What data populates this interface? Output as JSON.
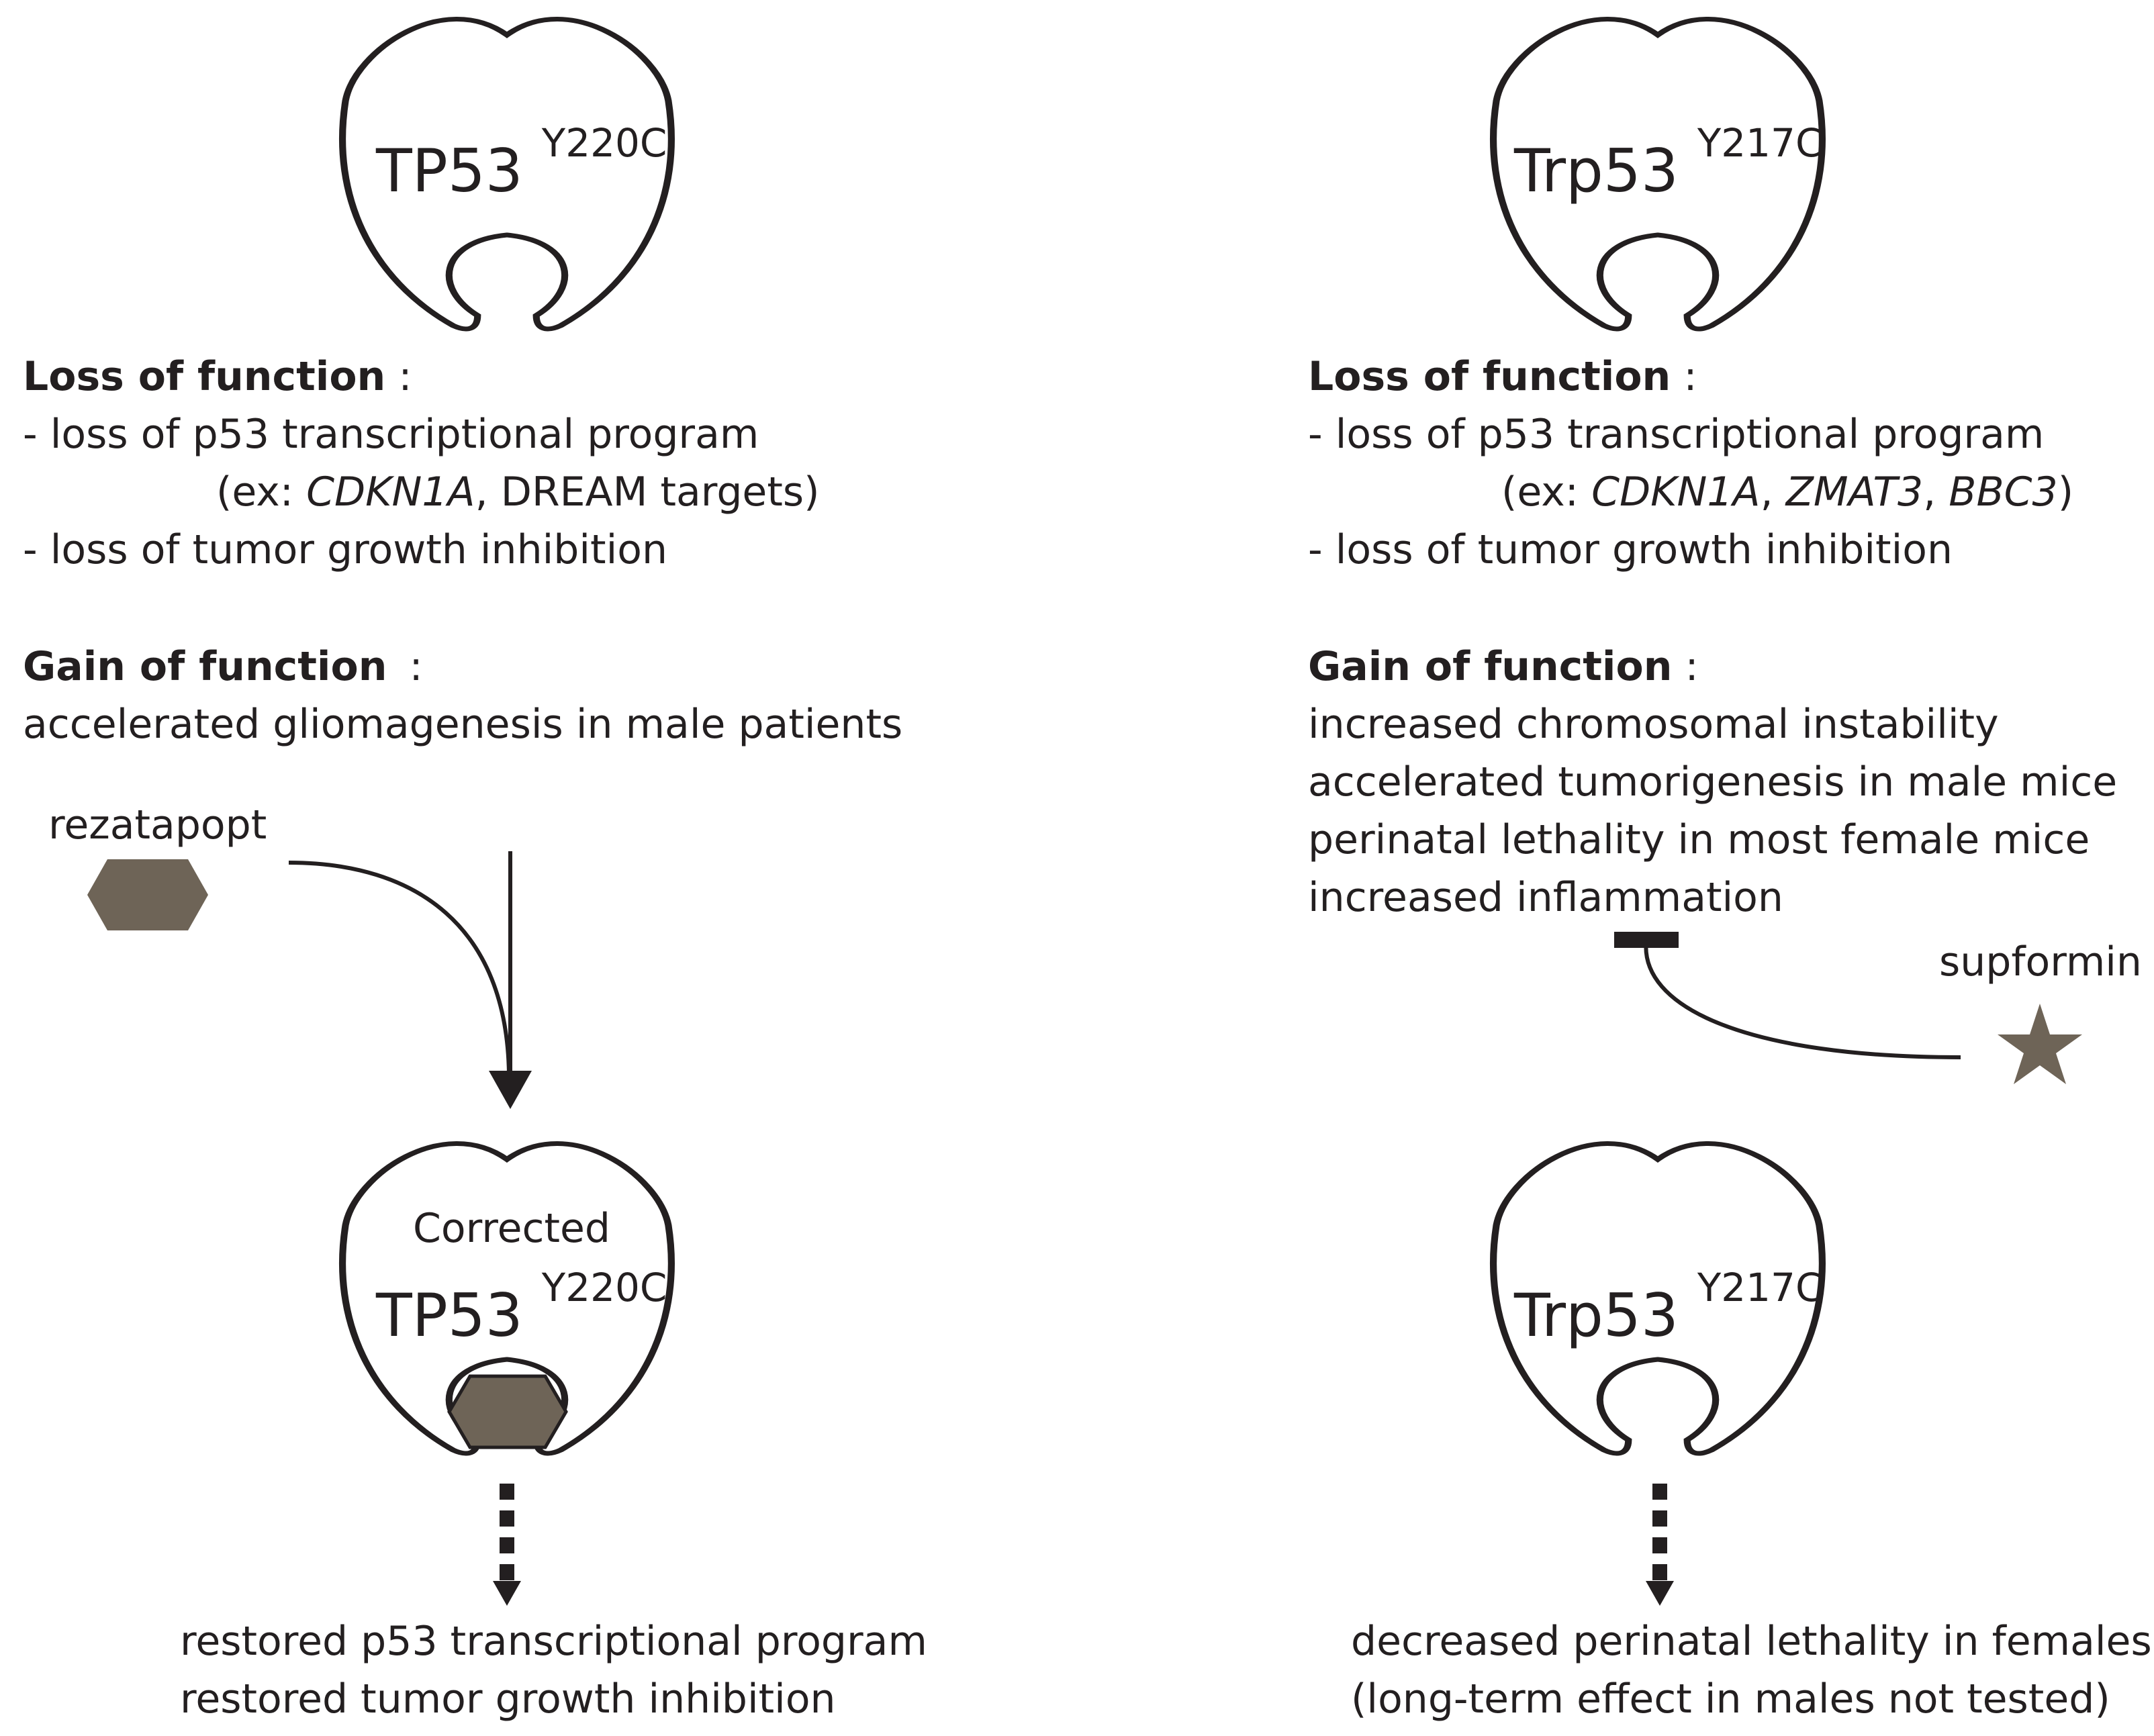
{
  "colors": {
    "ink": "#231f20",
    "drug_fill": "#6e6457",
    "background": "#ffffff"
  },
  "left": {
    "protein_top": {
      "name": "TP53",
      "superscript": "Y220C"
    },
    "loss_heading": "Loss of function",
    "loss_colon": ":",
    "loss_item1": "- loss of p53 transcriptional program",
    "loss_ex_open": "(ex: ",
    "loss_ex_gene": "CDKN1A",
    "loss_ex_rest": ", DREAM targets)",
    "loss_item2": "- loss of tumor growth inhibition",
    "gain_heading": "Gain of function",
    "gain_colon": ":",
    "gain_item1": "accelerated gliomagenesis in male patients",
    "drug": {
      "name": "rezatapopt",
      "icon": "hexagon-icon"
    },
    "protein_bottom": {
      "prefix": "Corrected",
      "name": "TP53",
      "superscript": "Y220C"
    },
    "outcome_line1": "restored p53 transcriptional program",
    "outcome_line2": "restored tumor growth inhibition"
  },
  "right": {
    "protein_top": {
      "name": "Trp53",
      "superscript": "Y217C"
    },
    "loss_heading": "Loss of function",
    "loss_colon": ":",
    "loss_item1": "- loss of p53 transcriptional program",
    "loss_ex_open": "(ex: ",
    "loss_ex_gene1": "CDKN1A",
    "loss_ex_sep1": ", ",
    "loss_ex_gene2": "ZMAT3",
    "loss_ex_sep2": ", ",
    "loss_ex_gene3": "BBC3",
    "loss_ex_close": ")",
    "loss_item2": "- loss of tumor growth inhibition",
    "gain_heading": "Gain of function",
    "gain_colon": ":",
    "gain_item1": "increased chromosomal instability",
    "gain_item2": "accelerated tumorigenesis in male mice",
    "gain_item3": "perinatal lethality in most female mice",
    "gain_item4": "increased inflammation",
    "drug": {
      "name": "supformin",
      "icon": "star-icon"
    },
    "protein_bottom": {
      "name": "Trp53",
      "superscript": "Y217C"
    },
    "outcome_line1": "decreased perinatal lethality in females",
    "outcome_line2": "(long-term effect in males not tested)"
  }
}
